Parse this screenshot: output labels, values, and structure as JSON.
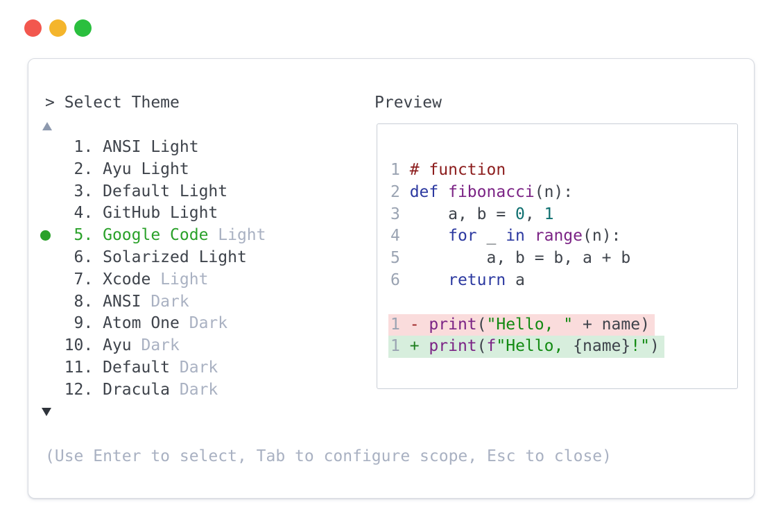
{
  "window": {
    "controls": [
      {
        "name": "close",
        "color": "#f2574e"
      },
      {
        "name": "minimize",
        "color": "#f4b52c"
      },
      {
        "name": "zoom",
        "color": "#2abf3e"
      }
    ]
  },
  "picker": {
    "prompt": "> Select Theme",
    "scroll_up_icon": "▲",
    "scroll_down_icon": "▼",
    "selected_index": 5,
    "items": [
      {
        "num": "1",
        "name": "ANSI Light",
        "dim": "",
        "selected": false
      },
      {
        "num": "2",
        "name": "Ayu Light",
        "dim": "",
        "selected": false
      },
      {
        "num": "3",
        "name": "Default Light",
        "dim": "",
        "selected": false
      },
      {
        "num": "4",
        "name": "GitHub Light",
        "dim": "",
        "selected": false
      },
      {
        "num": "5",
        "name": "Google Code",
        "dim": " Light",
        "selected": true
      },
      {
        "num": "6",
        "name": "Solarized Light",
        "dim": "",
        "selected": false
      },
      {
        "num": "7",
        "name": "Xcode",
        "dim": " Light",
        "selected": false
      },
      {
        "num": "8",
        "name": "ANSI",
        "dim": " Dark",
        "selected": false
      },
      {
        "num": "9",
        "name": "Atom One",
        "dim": " Dark",
        "selected": false
      },
      {
        "num": "10",
        "name": "Ayu",
        "dim": " Dark",
        "selected": false
      },
      {
        "num": "11",
        "name": "Default",
        "dim": " Dark",
        "selected": false
      },
      {
        "num": "12",
        "name": "Dracula",
        "dim": " Dark",
        "selected": false
      }
    ],
    "hint": "(Use Enter to select, Tab to configure scope, Esc to close)"
  },
  "preview": {
    "label": "Preview",
    "lines": [
      {
        "ln": "1",
        "tokens": [
          [
            "c",
            "# function"
          ]
        ]
      },
      {
        "ln": "2",
        "tokens": [
          [
            "k",
            "def"
          ],
          [
            "p",
            " "
          ],
          [
            "f",
            "fibonacci"
          ],
          [
            "p",
            "(n):"
          ]
        ]
      },
      {
        "ln": "3",
        "tokens": [
          [
            "p",
            "    a, b = "
          ],
          [
            "n",
            "0"
          ],
          [
            "p",
            ", "
          ],
          [
            "n",
            "1"
          ]
        ]
      },
      {
        "ln": "4",
        "tokens": [
          [
            "p",
            "    "
          ],
          [
            "k",
            "for"
          ],
          [
            "p",
            " _ "
          ],
          [
            "k",
            "in"
          ],
          [
            "p",
            " "
          ],
          [
            "f",
            "range"
          ],
          [
            "p",
            "(n):"
          ]
        ]
      },
      {
        "ln": "5",
        "tokens": [
          [
            "p",
            "        a, b = b, a + b"
          ]
        ]
      },
      {
        "ln": "6",
        "tokens": [
          [
            "p",
            "    "
          ],
          [
            "k",
            "return"
          ],
          [
            "p",
            " a"
          ]
        ]
      },
      {
        "blank": true
      },
      {
        "ln": "1",
        "diff": "del",
        "sign": "-",
        "tokens": [
          [
            "f",
            "print"
          ],
          [
            "p",
            "("
          ],
          [
            "s",
            "\"Hello, \""
          ],
          [
            "p",
            " + name)"
          ]
        ]
      },
      {
        "ln": "1",
        "diff": "add",
        "sign": "+",
        "tokens": [
          [
            "f",
            "print"
          ],
          [
            "p",
            "("
          ],
          [
            "f",
            "f"
          ],
          [
            "s",
            "\"Hello, "
          ],
          [
            "p",
            "{name}"
          ],
          [
            "s",
            "!\""
          ],
          [
            "p",
            ")"
          ]
        ]
      }
    ]
  },
  "colors": {
    "text": "#3e434b",
    "dim_text": "#a9b1c2",
    "selection_green": "#2aa12a",
    "scroll_up_arrow": "#8d99ae",
    "scroll_down_arrow": "#2f343b",
    "panel_border": "#d8dbe1",
    "preview_border": "#c9ced6",
    "line_number": "#9aa3b2",
    "syntax_comment": "#8c1d1d",
    "syntax_keyword": "#2c39a0",
    "syntax_function": "#7b2385",
    "syntax_number": "#0e6f6f",
    "syntax_string": "#128a12",
    "diff_del_bg": "#fadcdc",
    "diff_add_bg": "#d7eedd",
    "diff_minus": "#9b2020",
    "diff_plus": "#1d7d1d"
  }
}
